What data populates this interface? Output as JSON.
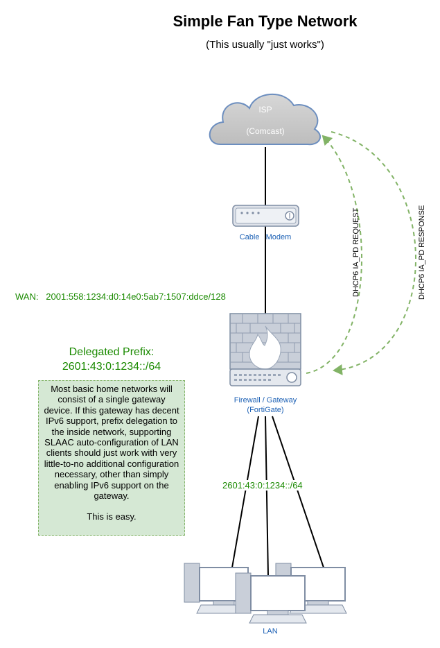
{
  "title": "Simple Fan Type Network",
  "subtitle": "(This usually \"just works\")",
  "isp": {
    "name": "ISP",
    "provider": "(Comcast)"
  },
  "modem": {
    "label": "Cable   Modem"
  },
  "wan_label": "WAN:   2001:558:1234:d0:14e0:5ab7:1507:ddce/128",
  "firewall": {
    "line1": "Firewall / Gateway",
    "line2": "(FortiGate)"
  },
  "delegated": {
    "title": "Delegated Prefix:",
    "prefix": "2601:43:0:1234::/64"
  },
  "note": {
    "body": "Most basic home networks will consist of a single gateway device. If this gateway has decent IPv6 support, prefix delegation to the inside network, supporting SLAAC auto-configuration of LAN clients should just work with very little-to-no additional configuration necessary, other than simply enabling IPv6 support on the gateway.",
    "footer": "This is easy."
  },
  "lan_prefix": "2601:43:0:1234::/64",
  "lan_label": "LAN",
  "dhcp_request": "DHCP6 IA_PD REQUEST",
  "dhcp_response": "DHCP6 IA_PD RESPONSE",
  "colors": {
    "label_blue": "#1a5fb4",
    "prefix_green": "#1a8a00",
    "arrow_green": "#82b366",
    "note_fill": "#d5e8d4"
  }
}
